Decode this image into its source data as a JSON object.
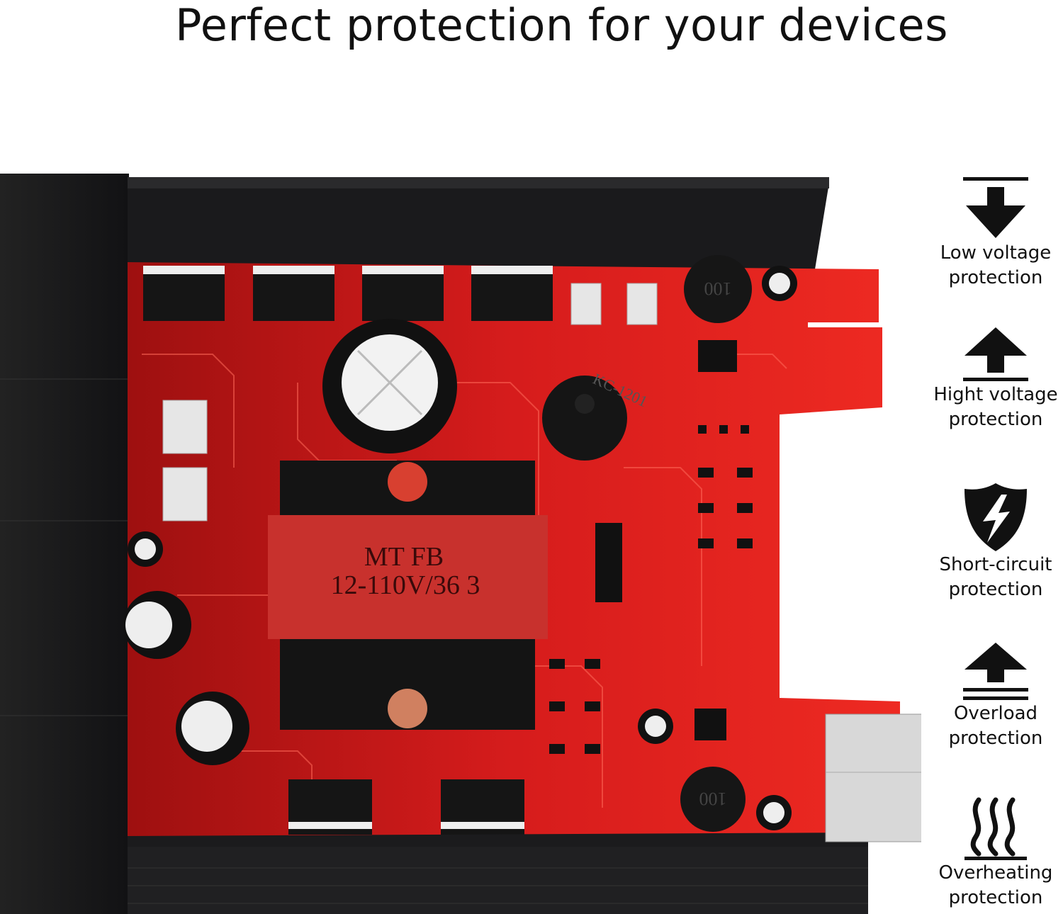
{
  "title": "Perfect protection for your devices",
  "board": {
    "transformer_line1": "MT FB",
    "transformer_line2": "12-110V/36 3",
    "inductor_top": "100",
    "inductor_bottom": "100",
    "buzzer": "KC-1201"
  },
  "features": [
    {
      "icon": "low-voltage-arrow-down-icon",
      "line1": "Low voltage",
      "line2": "protection"
    },
    {
      "icon": "high-voltage-arrow-up-icon",
      "line1": "Hight voltage",
      "line2": "protection"
    },
    {
      "icon": "shield-lightning-icon",
      "line1": "Short-circuit",
      "line2": "protection"
    },
    {
      "icon": "overload-arrow-up-icon",
      "line1": "Overload",
      "line2": "protection"
    },
    {
      "icon": "heat-waves-icon",
      "line1": "Overheating",
      "line2": "protection"
    }
  ],
  "colors": {
    "pcb": "#d01a1a",
    "housing": "#1c1c1e",
    "text": "#111111"
  }
}
